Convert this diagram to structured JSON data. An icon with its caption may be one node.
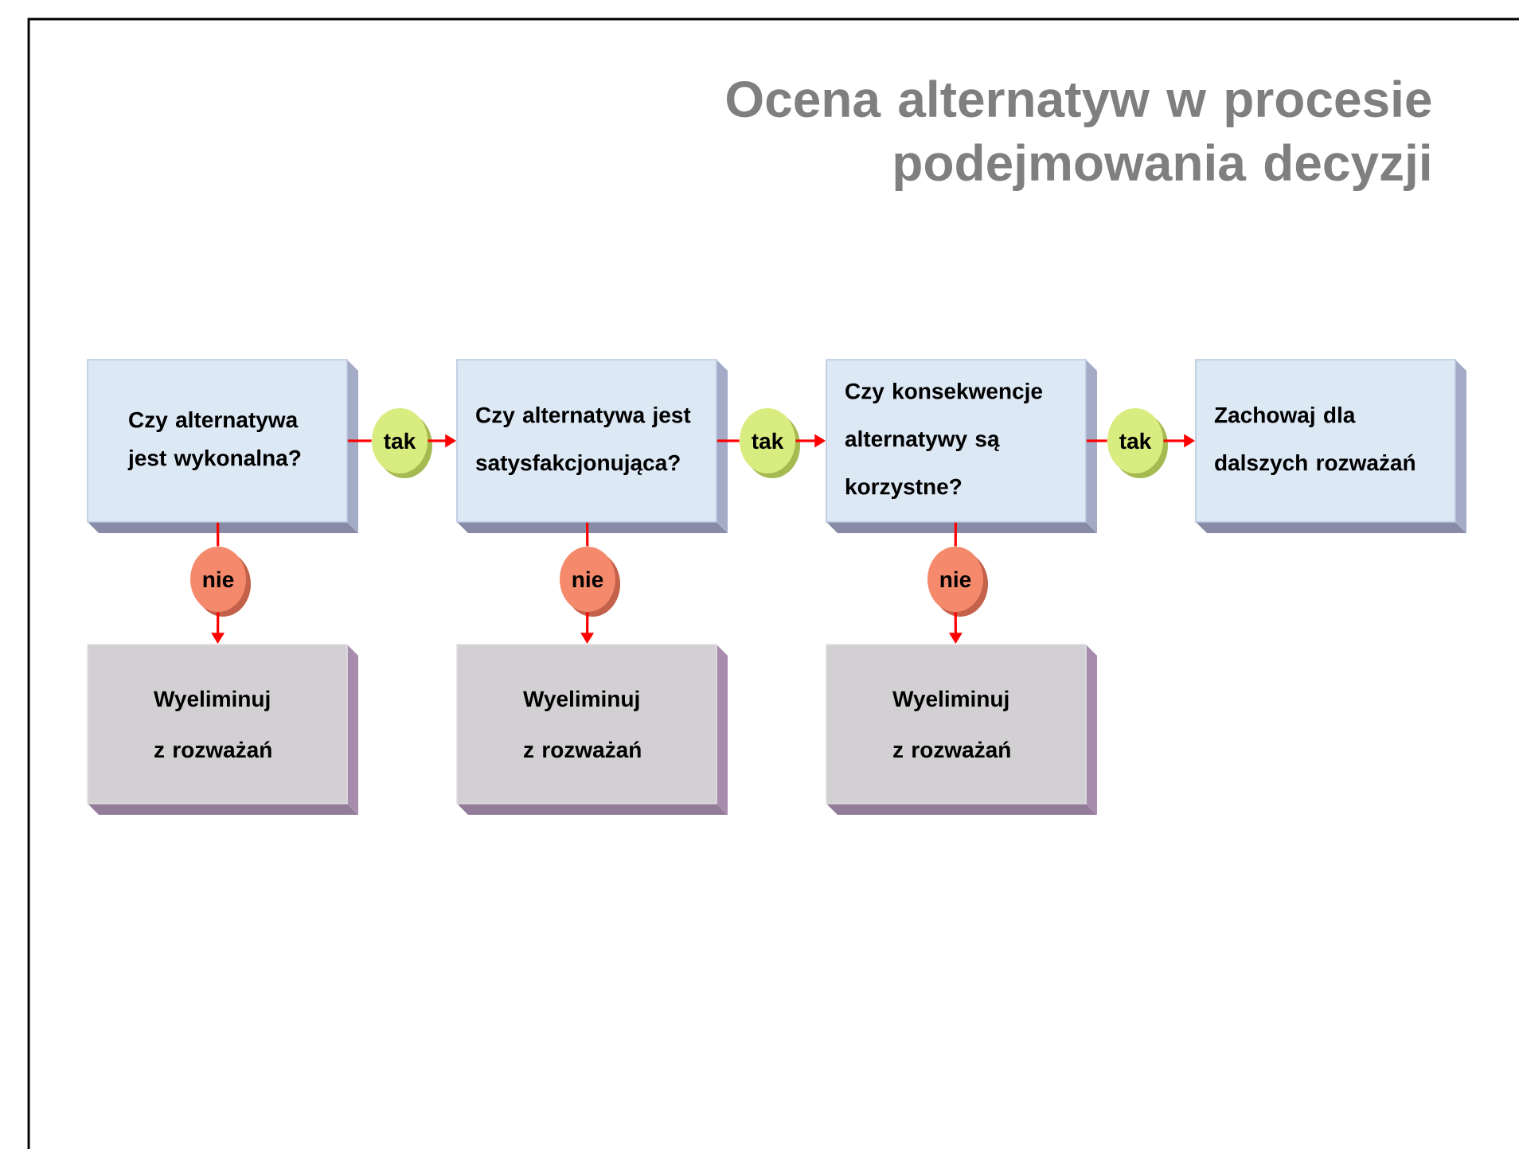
{
  "diagram": {
    "title": "Ocena alternatyw w procesie podejmowania decyzji",
    "nodes": [
      {
        "text": [
          "Czy alternatywa jest wykonalna?"
        ]
      },
      {
        "text": [
          "tak"
        ]
      },
      {
        "text": [
          "Czy alternatywa jest satysfakcjonująca?"
        ]
      },
      {
        "text": [
          "tak"
        ]
      },
      {
        "text": [
          "Czy konsekwencje alternatywy są korzystne?"
        ]
      },
      {
        "text": [
          "tak"
        ]
      },
      {
        "text": [
          "Zachowaj dla dalszych rozważań"
        ]
      },
      {
        "text": [
          "nie"
        ]
      },
      {
        "text": [
          "nie"
        ]
      },
      {
        "text": [
          "nie"
        ]
      },
      {
        "text": [
          "Wyeliminuj z rozważań"
        ]
      },
      {
        "text": [
          "Wyeliminuj z rozważań"
        ]
      },
      {
        "text": [
          "Wyeliminuj z rozważań"
        ]
      }
    ],
    "edges": [
      {
        "from": 0,
        "to": 1,
        "arrow": "none"
      },
      {
        "from": 1,
        "to": 2,
        "arrow": "to"
      },
      {
        "from": 2,
        "to": 3,
        "arrow": "none"
      },
      {
        "from": 3,
        "to": 4,
        "arrow": "to"
      },
      {
        "from": 4,
        "to": 5,
        "arrow": "none"
      },
      {
        "from": 5,
        "to": 6,
        "arrow": "to"
      },
      {
        "from": 0,
        "to": 7,
        "arrow": "none"
      },
      {
        "from": 7,
        "to": 10,
        "arrow": "to"
      },
      {
        "from": 2,
        "to": 8,
        "arrow": "none"
      },
      {
        "from": 8,
        "to": 11,
        "arrow": "to"
      },
      {
        "from": 4,
        "to": 9,
        "arrow": "none"
      },
      {
        "from": 9,
        "to": 12,
        "arrow": "to"
      }
    ]
  }
}
